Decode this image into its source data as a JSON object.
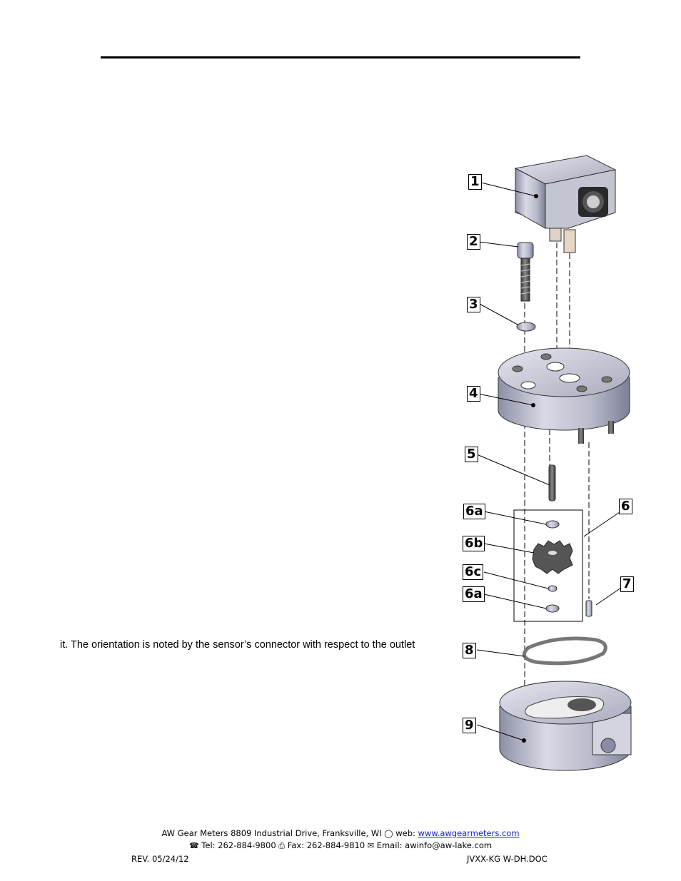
{
  "body": {
    "fragment": "it.  The orientation is noted by the sensor’s connector with respect to the outlet"
  },
  "figure": {
    "callouts": [
      "1",
      "2",
      "3",
      "4",
      "5",
      "6a",
      "6b",
      "6c",
      "6a",
      "6",
      "7",
      "8",
      "9"
    ]
  },
  "footer": {
    "line1_prefix": "AW Gear Meters  8809 Industrial Drive, Franksville, WI",
    "line1_web_label": "web:",
    "line1_web_url": "www.awgearmeters.com",
    "line2_tel": "Tel: 262-884-9800",
    "line2_fax": "Fax: 262-884-9810",
    "line2_email": "Email: awinfo@aw-lake.com",
    "rev": "REV. 05/24/12",
    "doc_id": "JVXX-KG W-DH.DOC"
  },
  "icons": {
    "globe": "globe-icon",
    "phone": "phone-icon",
    "fax": "fax-icon",
    "email": "envelope-icon"
  }
}
